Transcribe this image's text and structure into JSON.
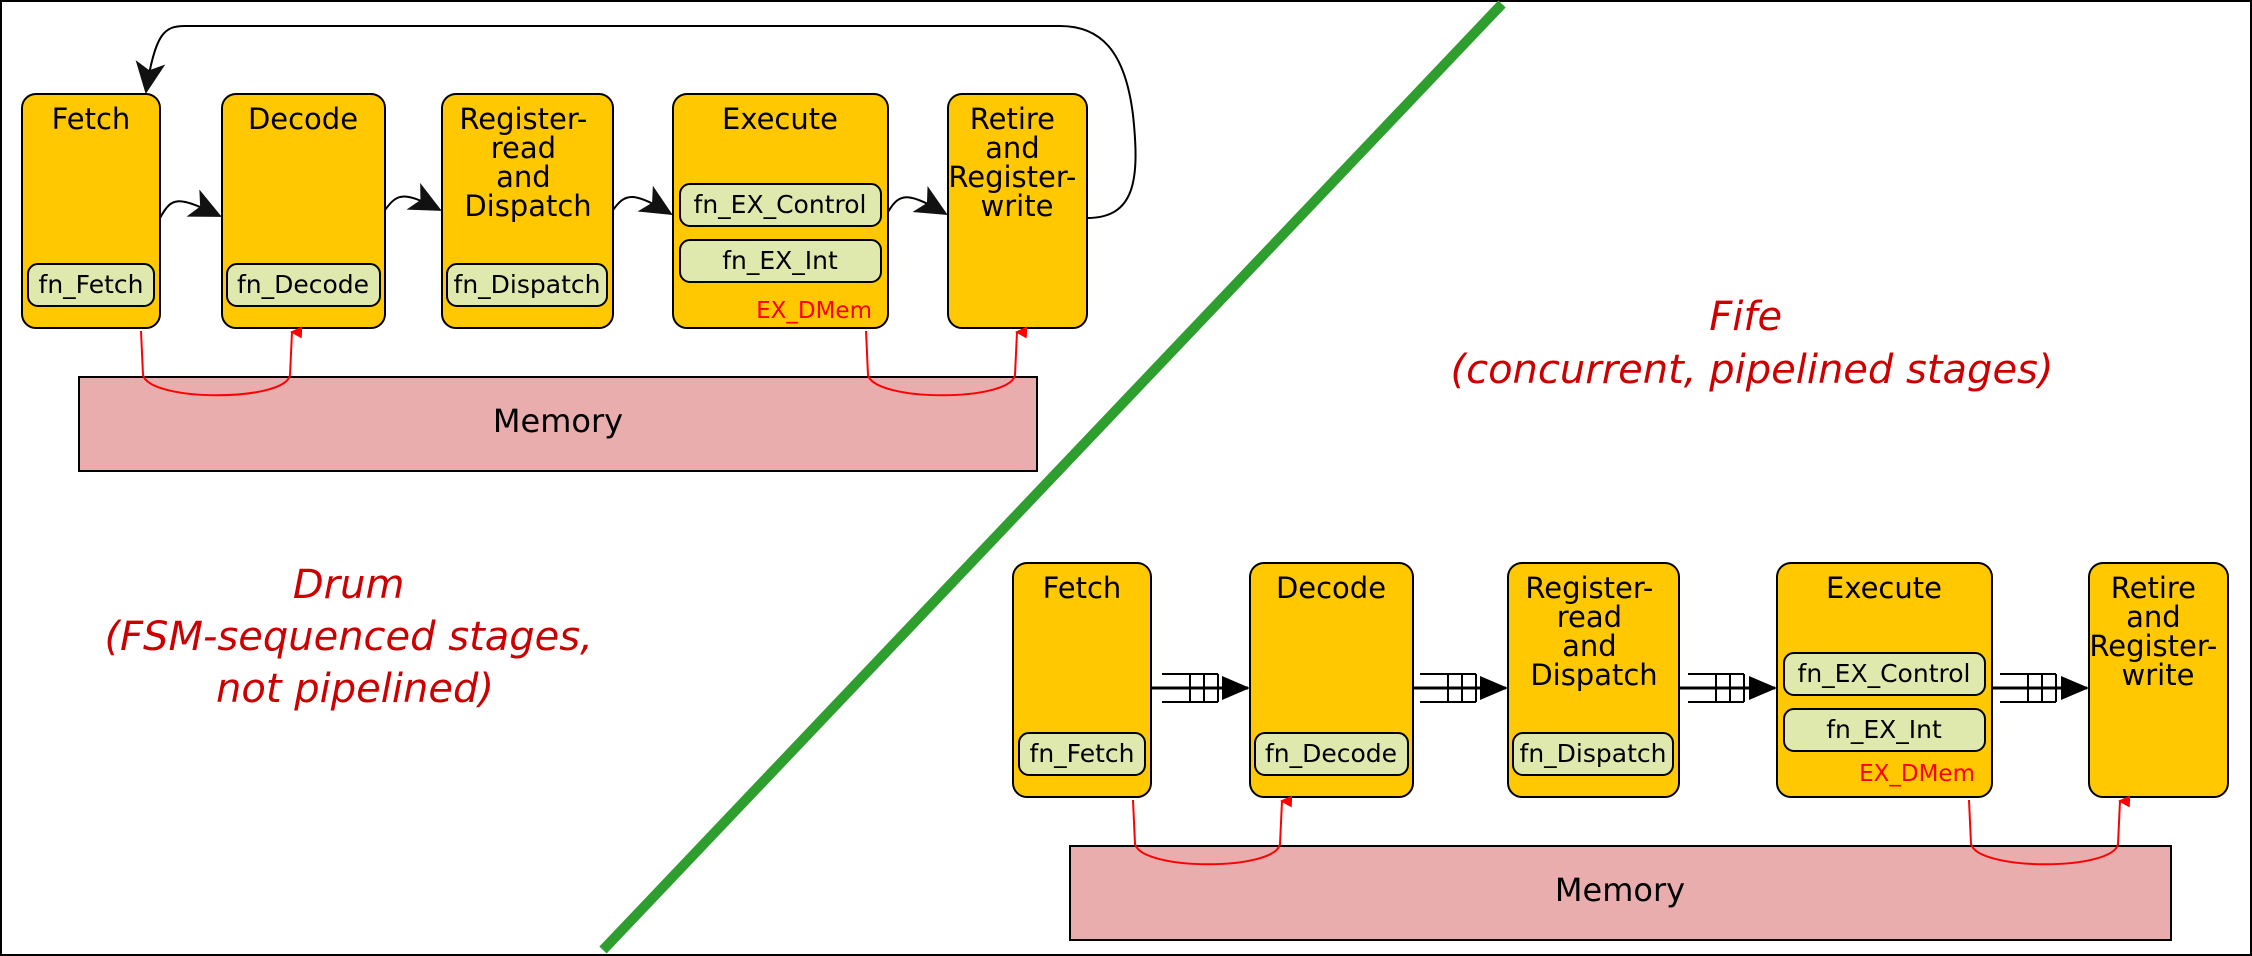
{
  "colors": {
    "stage_fill": "#ffc800",
    "fn_fill": "#dfe9ae",
    "memory_fill": "#e9adae",
    "divider": "#2e9e2e",
    "mem_arrow": "#ff0000",
    "caption": "#cc0000"
  },
  "drum": {
    "stages": {
      "fetch": [
        "Fetch"
      ],
      "decode": [
        "Decode"
      ],
      "regread": [
        "Register-",
        "read",
        "and",
        "Dispatch"
      ],
      "execute": [
        "Execute"
      ],
      "retire": [
        "Retire",
        "and",
        "Register-",
        "write"
      ]
    },
    "fns": {
      "fetch": "fn_Fetch",
      "decode": "fn_Decode",
      "dispatch": "fn_Dispatch",
      "ex_control": "fn_EX_Control",
      "ex_int": "fn_EX_Int"
    },
    "dmem": "EX_DMem",
    "memory": "Memory",
    "caption": [
      "Drum",
      "(FSM-sequenced stages,",
      "not pipelined)"
    ]
  },
  "fife": {
    "stages": {
      "fetch": [
        "Fetch"
      ],
      "decode": [
        "Decode"
      ],
      "regread": [
        "Register-",
        "read",
        "and",
        "Dispatch"
      ],
      "execute": [
        "Execute"
      ],
      "retire": [
        "Retire",
        "and",
        "Register-",
        "write"
      ]
    },
    "fns": {
      "fetch": "fn_Fetch",
      "decode": "fn_Decode",
      "dispatch": "fn_Dispatch",
      "ex_control": "fn_EX_Control",
      "ex_int": "fn_EX_Int"
    },
    "dmem": "EX_DMem",
    "memory": "Memory",
    "caption": [
      "Fife",
      "(concurrent, pipelined stages)"
    ]
  }
}
